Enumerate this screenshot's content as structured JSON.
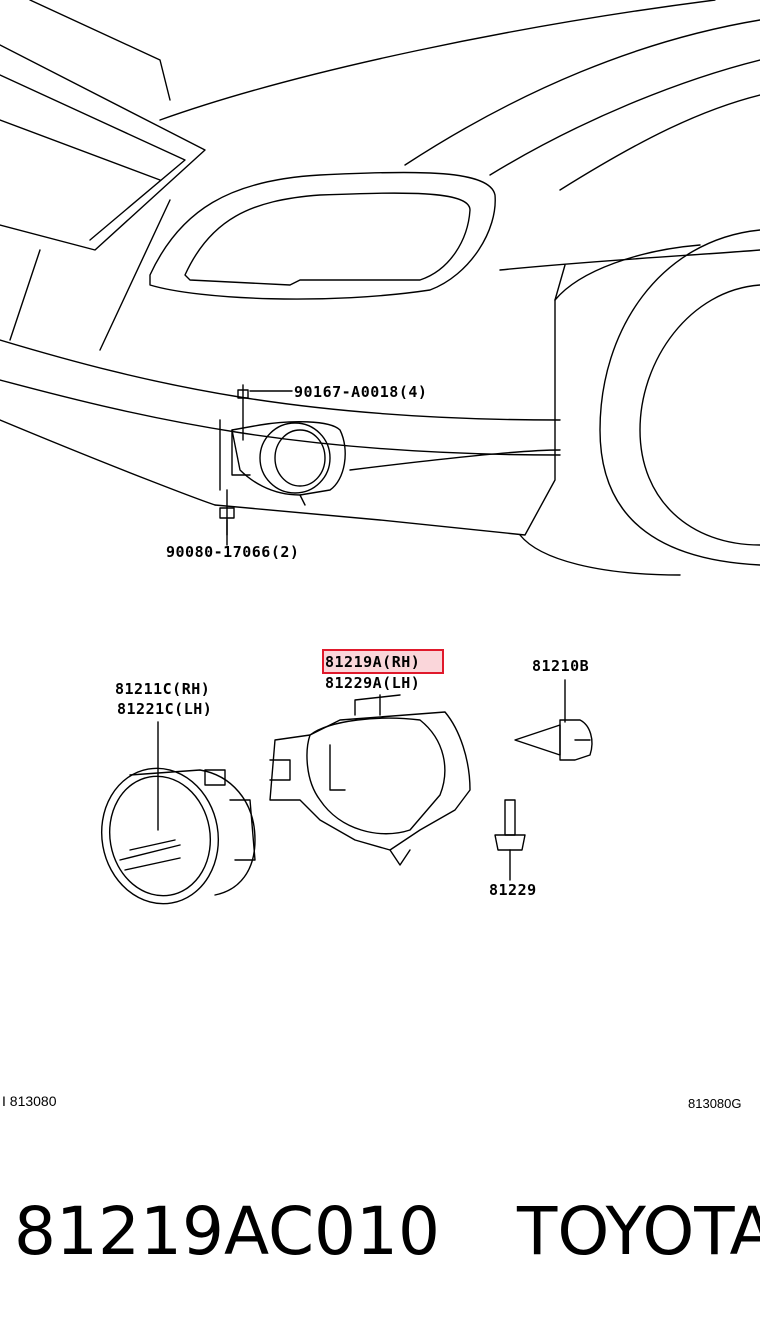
{
  "callouts": {
    "bolt": "90167-A0018(4)",
    "nut": "90080-17066(2)",
    "highlighted_part": "81219A(RH)",
    "housing_lh": "81229A(LH)",
    "lamp_rh": "81211C(RH)",
    "lamp_lh": "81221C(LH)",
    "bulb": "81210B",
    "socket": "81229"
  },
  "codes": {
    "left": "I 813080",
    "right": "813080G"
  },
  "footer": {
    "part_number": "81219AC010",
    "brand": "TOYOTA"
  },
  "colors": {
    "line": "#000000",
    "highlight": "#e0192b"
  }
}
